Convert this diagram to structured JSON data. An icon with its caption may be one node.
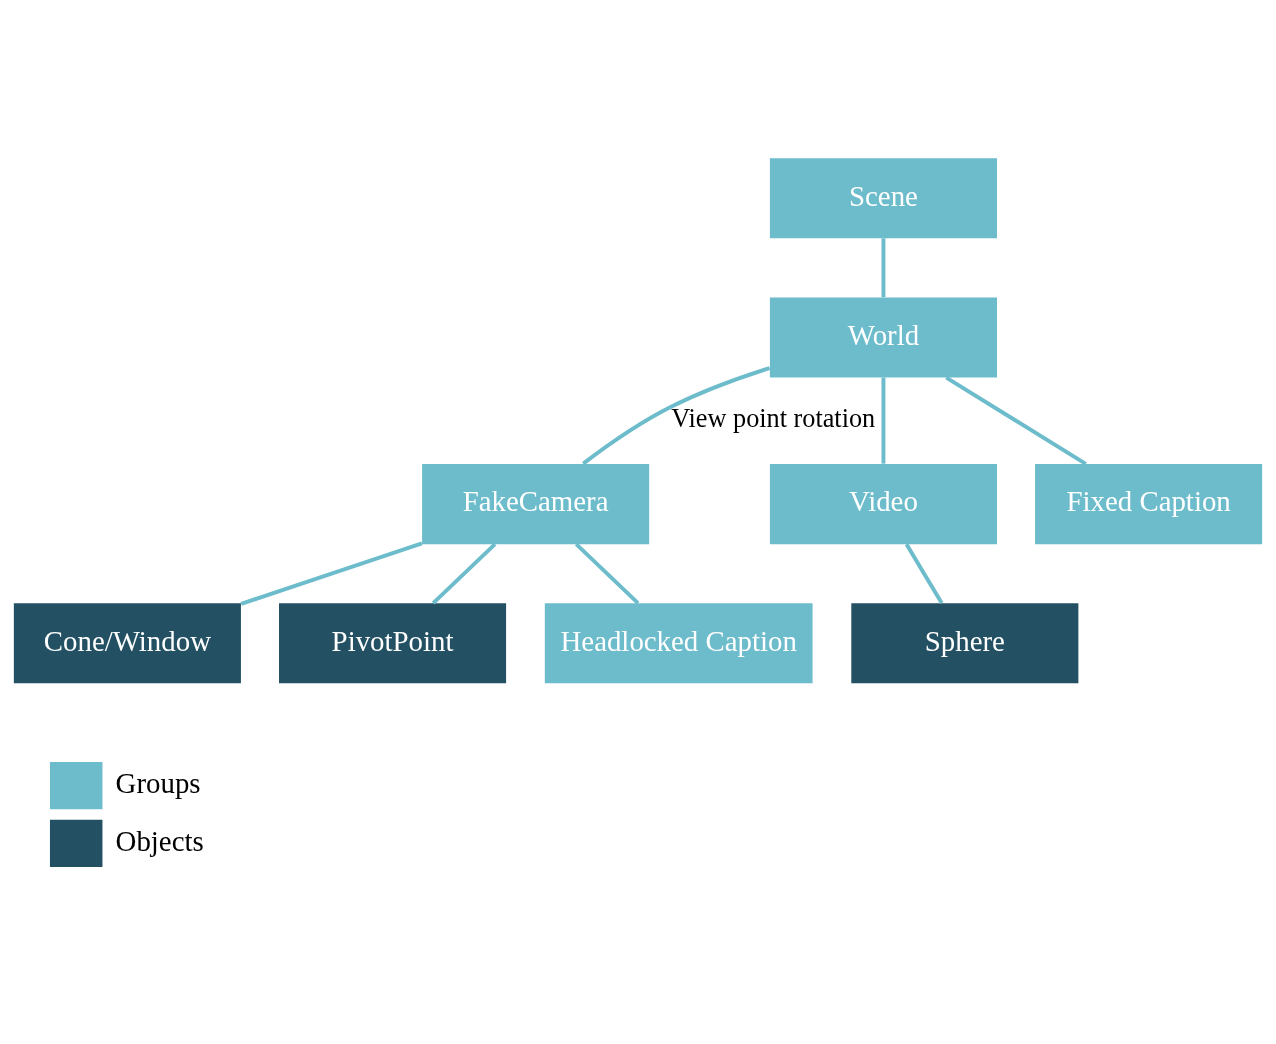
{
  "diagram": {
    "nodes": [
      {
        "text": [
          "Scene"
        ]
      },
      {
        "text": [
          "World"
        ]
      },
      {
        "text": [
          "FakeCamera"
        ]
      },
      {
        "text": [
          "Video"
        ]
      },
      {
        "text": [
          "Fixed Caption"
        ]
      },
      {
        "text": [
          "Cone/Window"
        ]
      },
      {
        "text": [
          "PivotPoint"
        ]
      },
      {
        "text": [
          "Headlocked Caption"
        ]
      },
      {
        "text": [
          "Sphere"
        ]
      }
    ],
    "edges": [
      {
        "from": 0,
        "to": 1,
        "arrow": "none"
      },
      {
        "from": 1,
        "to": 2,
        "arrow": "none",
        "label": "View point rotation"
      },
      {
        "from": 1,
        "to": 3,
        "arrow": "none"
      },
      {
        "from": 1,
        "to": 4,
        "arrow": "none"
      },
      {
        "from": 2,
        "to": 5,
        "arrow": "none"
      },
      {
        "from": 2,
        "to": 6,
        "arrow": "none"
      },
      {
        "from": 2,
        "to": 7,
        "arrow": "none"
      },
      {
        "from": 3,
        "to": 8,
        "arrow": "none"
      }
    ],
    "legend": [
      {
        "text": "Groups",
        "color": "#6dbccb"
      },
      {
        "text": "Objects",
        "color": "#235163"
      }
    ]
  }
}
